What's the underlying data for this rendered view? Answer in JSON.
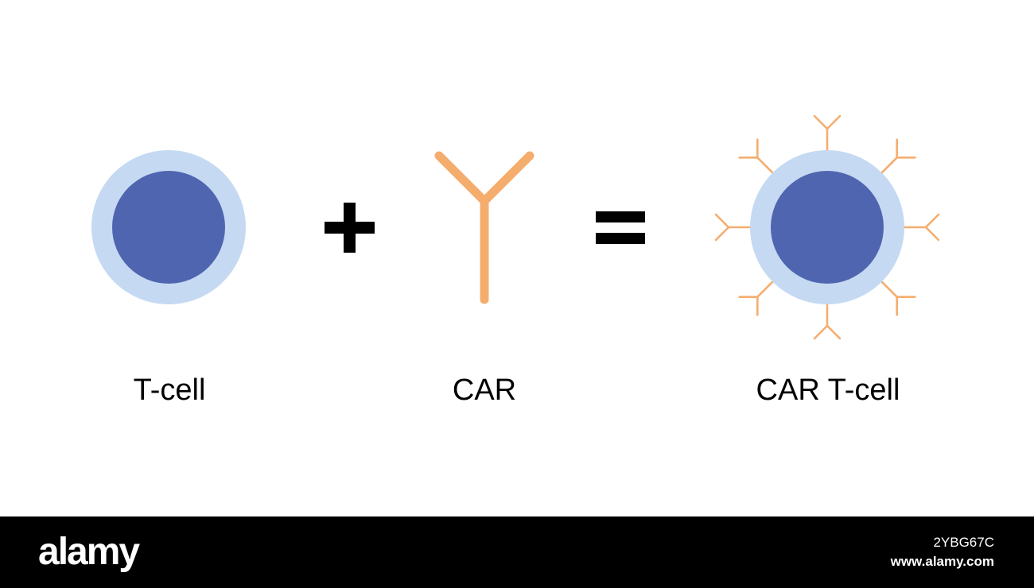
{
  "labels": {
    "tcell": "T-cell",
    "car": "CAR",
    "car_tcell": "CAR T-cell"
  },
  "footer": {
    "logo": "alamy",
    "image_id": "2YBG67C",
    "url": "www.alamy.com"
  },
  "colors": {
    "membrane": "#c5daf2",
    "nucleus": "#5065b0",
    "receptor": "#f5ad6e",
    "operator": "#000000"
  },
  "icons": {
    "plus": "plus-icon",
    "equals": "equals-icon"
  }
}
